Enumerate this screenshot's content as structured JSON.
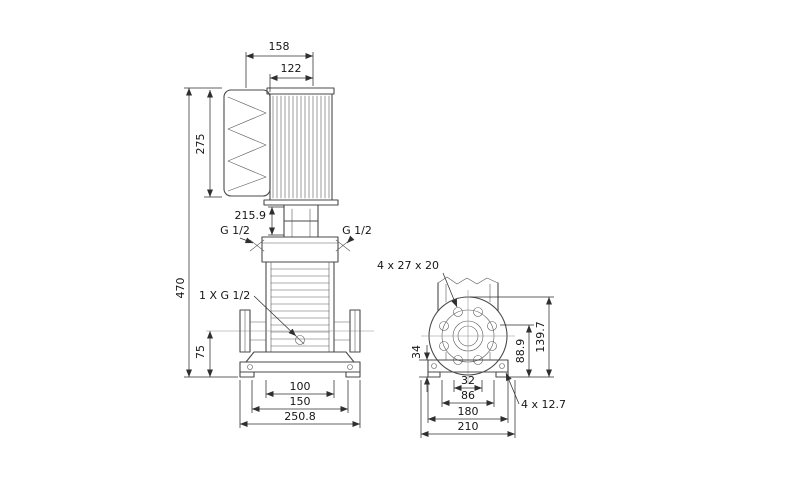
{
  "drawing": {
    "front_view": {
      "dims": {
        "total_depth": "158",
        "motor_depth": "122",
        "motor_height": "275",
        "head_height": "215.9",
        "port_left": "G 1/2",
        "port_right": "G 1/2",
        "total_height": "470",
        "drain_port": "1 X G 1/2",
        "port_to_base": "75",
        "port_width": "100",
        "bolt_span": "150",
        "base_width": "250.8"
      }
    },
    "side_view": {
      "dims": {
        "slot": "4 x 27 x 20",
        "base_height": "34",
        "flange_width": "88.9",
        "flange_height": "139.7",
        "inner_span": "32",
        "mid_span": "86",
        "base_depth": "180",
        "overall_depth": "210",
        "hole": "4 x 12.7"
      }
    }
  }
}
